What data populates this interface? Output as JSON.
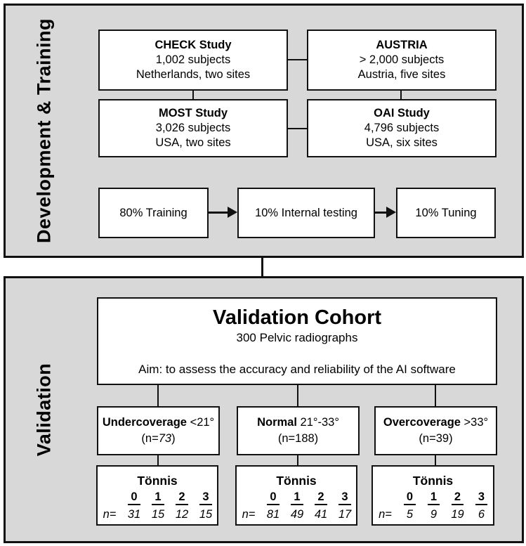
{
  "colors": {
    "panel_bg": "#d8d8d8",
    "box_bg": "#ffffff",
    "line": "#111111"
  },
  "development": {
    "section_label": "Development & Training",
    "studies": [
      {
        "name": "CHECK Study",
        "subjects": "1,002 subjects",
        "location": "Netherlands, two sites"
      },
      {
        "name": "AUSTRIA",
        "subjects": "> 2,000 subjects",
        "location": "Austria, five sites"
      },
      {
        "name": "MOST Study",
        "subjects": "3,026 subjects",
        "location": "USA, two sites"
      },
      {
        "name": "OAI Study",
        "subjects": "4,796 subjects",
        "location": "USA, six sites"
      }
    ],
    "split": [
      {
        "label": "80% Training"
      },
      {
        "label": "10% Internal testing"
      },
      {
        "label": "10% Tuning"
      }
    ]
  },
  "validation": {
    "section_label": "Validation",
    "cohort": {
      "title": "Validation Cohort",
      "subtitle": "300 Pelvic radiographs",
      "aim": "Aim: to assess the accuracy and reliability of the AI software"
    },
    "groups": [
      {
        "range_bold": "Undercoverage",
        "range_rest": " <21°",
        "n_open": "(n=",
        "n_value": "73",
        "n_close": ")",
        "tonnis": {
          "title": "Tönnis",
          "n_label": "n=",
          "grades": [
            "0",
            "1",
            "2",
            "3"
          ],
          "counts": [
            "31",
            "15",
            "12",
            "15"
          ]
        }
      },
      {
        "range_bold": "Normal",
        "range_rest": " 21°-33°",
        "n_open": "(n=",
        "n_value": "188",
        "n_close": ")",
        "tonnis": {
          "title": "Tönnis",
          "n_label": "n=",
          "grades": [
            "0",
            "1",
            "2",
            "3"
          ],
          "counts": [
            "81",
            "49",
            "41",
            "17"
          ]
        }
      },
      {
        "range_bold": "Overcoverage",
        "range_rest": " >33°",
        "n_open": "(n=",
        "n_value": "39",
        "n_close": ")",
        "tonnis": {
          "title": "Tönnis",
          "n_label": "n=",
          "grades": [
            "0",
            "1",
            "2",
            "3"
          ],
          "counts": [
            "5",
            "9",
            "19",
            "6"
          ]
        }
      }
    ]
  }
}
